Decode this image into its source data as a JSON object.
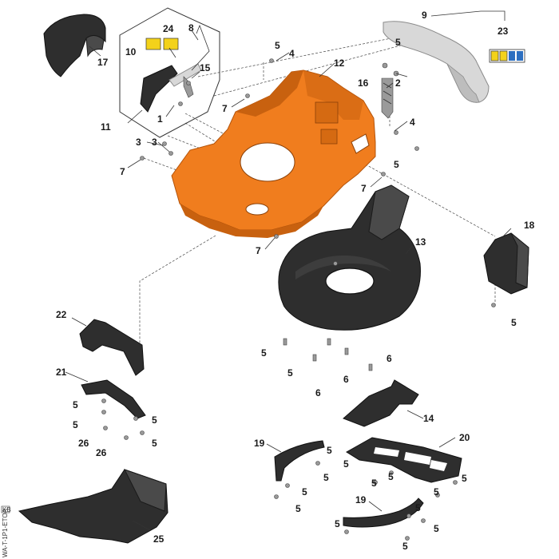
{
  "diagram": {
    "callouts": {
      "p1": "1",
      "p2": "2",
      "p3a": "3",
      "p3b": "3",
      "p4a": "4",
      "p4b": "4",
      "p5a": "5",
      "p5b": "5",
      "p5c": "5",
      "p5d": "5",
      "p5e": "5",
      "p5f": "5",
      "p5g": "5",
      "p5h": "5",
      "p5i": "5",
      "p5j": "5",
      "p5k": "5",
      "p5l": "5",
      "p5m": "5",
      "p5n": "5",
      "p5o": "5",
      "p5p": "5",
      "p5q": "5",
      "p5r": "5",
      "p5s": "5",
      "p5t": "5",
      "p6a": "6",
      "p6b": "6",
      "p6c": "6",
      "p7a": "7",
      "p7b": "7",
      "p7c": "7",
      "p7d": "7",
      "p8": "8",
      "p9": "9",
      "p10": "10",
      "p11": "11",
      "p12": "12",
      "p13": "13",
      "p14": "14",
      "p15": "15",
      "p16": "16",
      "p17": "17",
      "p18": "18",
      "p19a": "19",
      "p19b": "19",
      "p20": "20",
      "p21": "21",
      "p22": "22",
      "p23": "23",
      "p24": "24",
      "p25": "25",
      "p26a": "26",
      "p26b": "26"
    },
    "side_code": "WA-T-1P1-ETOA",
    "side_badge": "KB"
  }
}
